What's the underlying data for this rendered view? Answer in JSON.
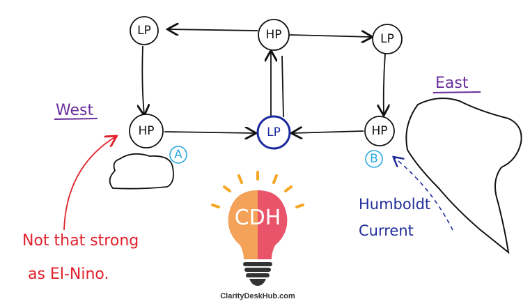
{
  "nodes": {
    "lp_top_left": "LP",
    "hp_top_center": "HP",
    "lp_top_right": "LP",
    "hp_west": "HP",
    "lp_center": "LP",
    "hp_east": "HP"
  },
  "markers": {
    "a": "A",
    "b": "B"
  },
  "labels": {
    "west": "West",
    "east": "East",
    "note_line1": "Not that strong",
    "note_line2": "as El-Nino.",
    "humboldt_line1": "Humboldt",
    "humboldt_line2": "Current"
  },
  "logo": {
    "initials": "CDH",
    "site": "ClarityDeskHub.com"
  },
  "colors": {
    "ink": "#111111",
    "center_lp": "#1a2a9e",
    "marker": "#29a8e0",
    "purple": "#6a2c9a",
    "red": "#e0202a",
    "blue_text": "#1f2d9a",
    "bulb_left": "#f4a259",
    "bulb_right": "#e9546b",
    "rays": "#f5a623"
  }
}
